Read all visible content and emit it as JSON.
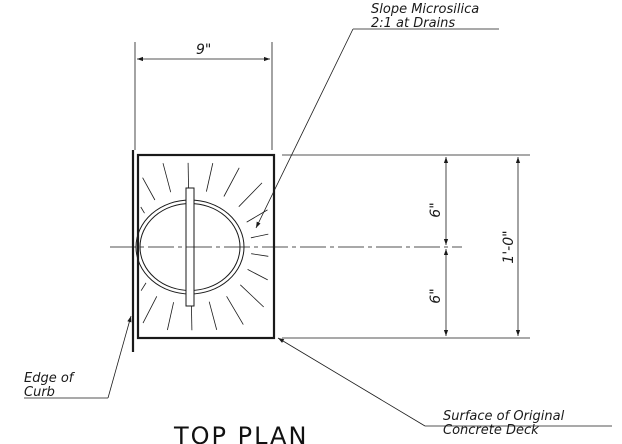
{
  "drawing": {
    "title": "TOP PLAN",
    "dimensions": {
      "width": "9\"",
      "upper_half": "6\"",
      "lower_half": "6\"",
      "overall": "1'-0\""
    },
    "notes": {
      "slope_line1": "Slope Microsilica",
      "slope_line2": "2:1 at Drains",
      "curb_line1": "Edge of",
      "curb_line2": "Curb",
      "deck_line1": "Surface of Original",
      "deck_line2": "Concrete Deck"
    },
    "colors": {
      "ink": "#1a1a1a",
      "paper": "#ffffff"
    }
  }
}
